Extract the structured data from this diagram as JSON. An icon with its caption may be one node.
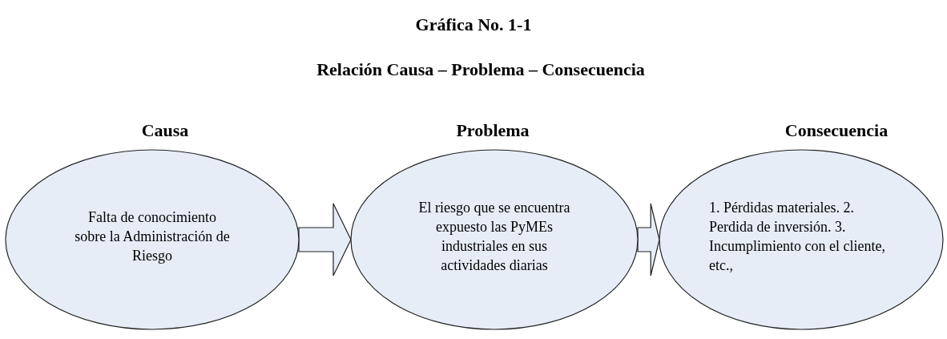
{
  "diagram": {
    "title": "Gráfica No. 1-1",
    "nodes": [
      {
        "text": [
          "Causa",
          "Falta de conocimiento sobre la Administración de Riesgo"
        ]
      },
      {
        "text": [
          "Problema",
          "El riesgo que se encuentra expuesto las PyMEs industriales en sus actividades diarias"
        ]
      },
      {
        "text": [
          "Consecuencia",
          "1. Pérdidas materiales. 2. Perdida de inversión. 3. Incumplimiento con el cliente, etc.,"
        ]
      }
    ],
    "edges": [
      {
        "from": 0,
        "to": 1,
        "arrow": "to"
      },
      {
        "from": 1,
        "to": 2,
        "arrow": "to"
      }
    ],
    "labels": [
      "Relación Causa – Problema – Consecuencia"
    ]
  }
}
